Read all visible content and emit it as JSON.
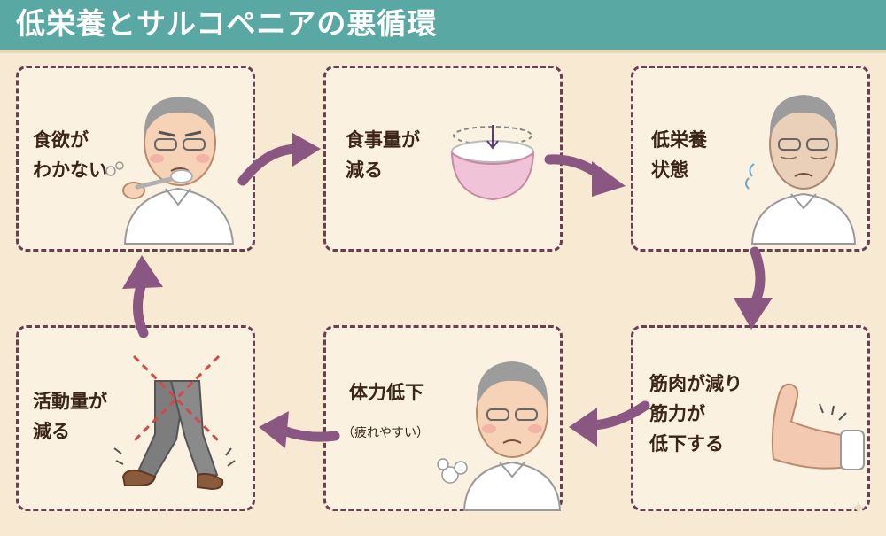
{
  "title": "低栄養とサルコペニアの悪循環",
  "cycle": [
    {
      "id": "appetite",
      "lines": [
        "食欲が",
        "わかない"
      ]
    },
    {
      "id": "meal",
      "lines": [
        "食事量が",
        "減る"
      ]
    },
    {
      "id": "malnutrition",
      "lines": [
        "低栄養",
        "状態"
      ]
    },
    {
      "id": "muscle",
      "lines": [
        "筋肉が減り",
        "筋力が",
        "低下する"
      ]
    },
    {
      "id": "stamina",
      "lines": [
        "体力低下"
      ],
      "note": "（疲れやすい）"
    },
    {
      "id": "activity",
      "lines": [
        "活動量が",
        "減る"
      ]
    }
  ],
  "colors": {
    "header": "#5aa8a3",
    "arrow": "#8a5682",
    "border": "#6a3f52",
    "background": "#f8ead2"
  },
  "icons": [
    "elderly-eating-icon",
    "rice-bowl-icon",
    "tired-elderly-icon",
    "flexed-arm-icon",
    "sighing-elderly-icon",
    "walking-legs-icon"
  ]
}
